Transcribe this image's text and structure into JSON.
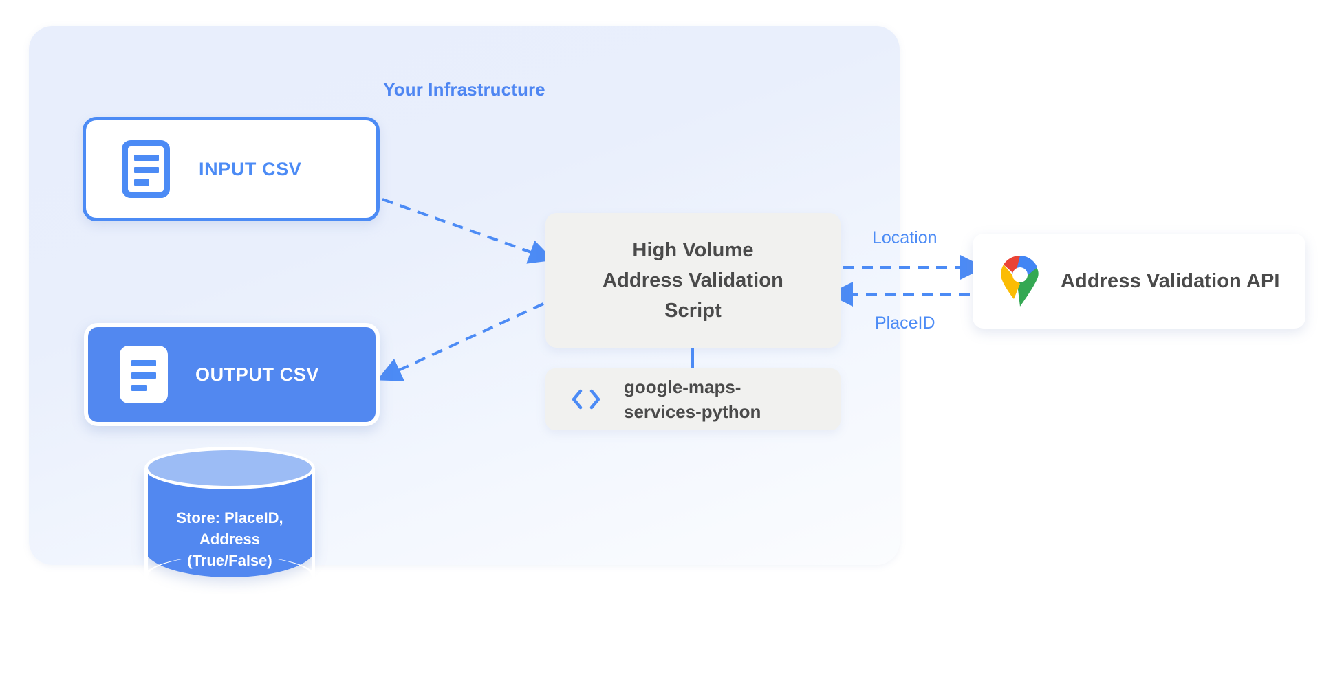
{
  "diagram": {
    "title": "Your Infrastructure",
    "accent_blue": "#4c8bf5",
    "panel_bg": "#e9eefc",
    "node_gray": "#f1f1ef",
    "text_gray": "#4a4a4a"
  },
  "nodes": {
    "input_csv": {
      "label": "INPUT CSV",
      "icon": "document-icon"
    },
    "output_csv": {
      "label": "OUTPUT CSV",
      "icon": "document-icon"
    },
    "script": {
      "line1": "High Volume",
      "line2": "Address Validation",
      "line3": "Script"
    },
    "library": {
      "icon_glyph": "‹›",
      "line1": "google-maps-",
      "line2": "services-python"
    },
    "api": {
      "label": "Address Validation API",
      "icon": "google-maps-pin-icon"
    },
    "database": {
      "line1": "Store: PlaceID,",
      "line2": "Address",
      "line3": "(True/False)"
    }
  },
  "edges": {
    "input_to_script": "",
    "script_to_output": "",
    "script_to_api": "Location",
    "api_to_script": "PlaceID"
  }
}
